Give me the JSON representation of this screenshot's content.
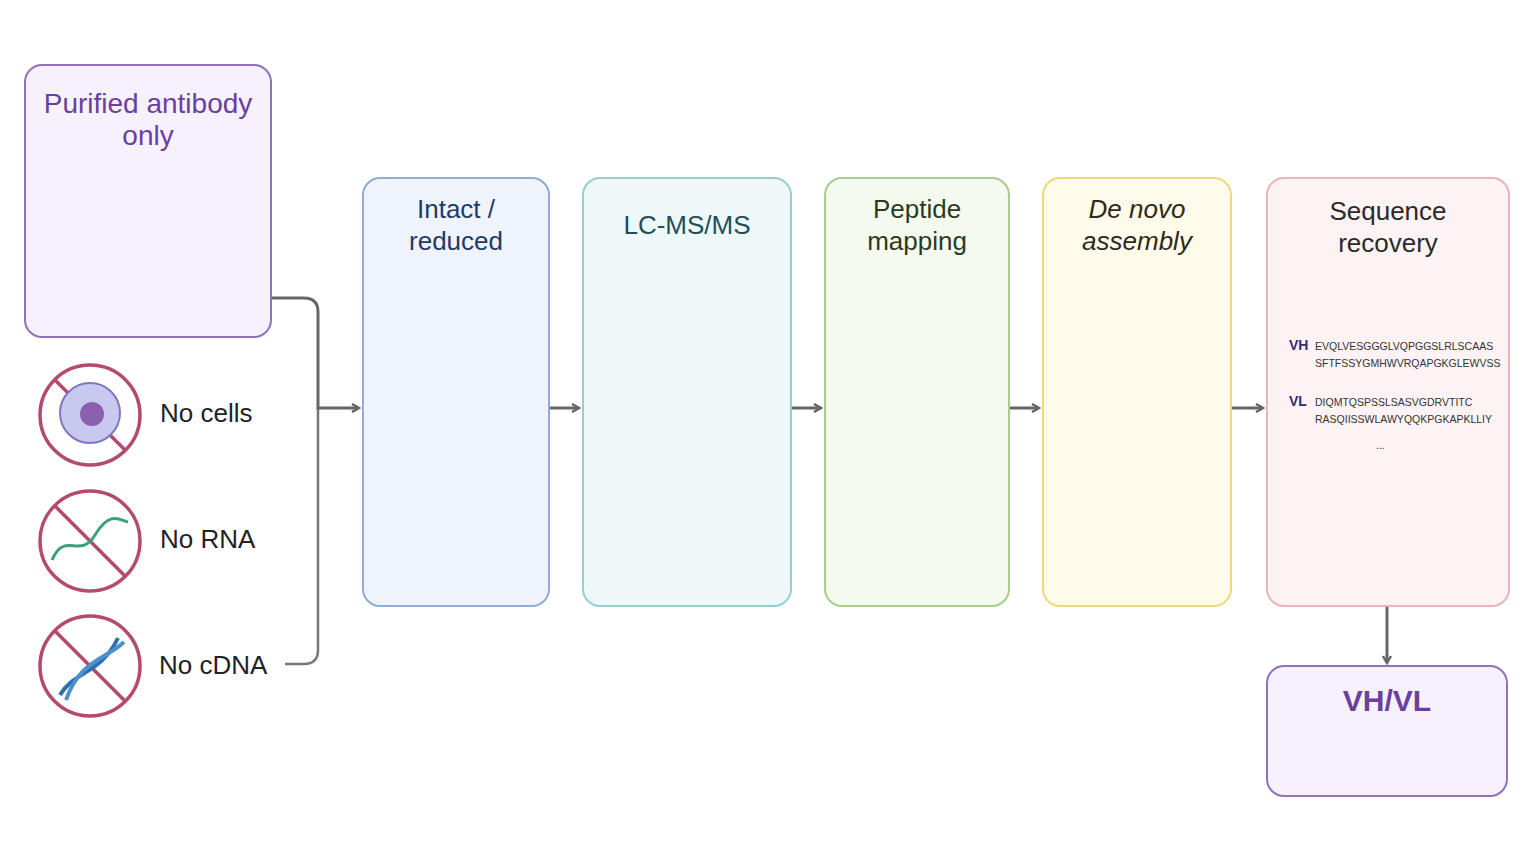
{
  "diagram": {
    "nodes": [
      {
        "text": [
          "Purified antibody only"
        ]
      },
      {
        "text": [
          "Intact / reduced"
        ]
      },
      {
        "text": [
          "LC-MS/MS"
        ]
      },
      {
        "text": [
          "Peptide mapping"
        ]
      },
      {
        "text": [
          "De novo assembly"
        ]
      },
      {
        "text": [
          "Sequence recovery",
          "VH",
          "EVQLVESGGGLVQPGGSLRLSCAAS SFTFSSYGMHWVRQAPGKGLEWVSS",
          "VL",
          "DIQMTQSPSSLSASVGDRVTITC RASQIISSWLAWYQQKPGKAPKLLIY",
          "..."
        ]
      },
      {
        "text": [
          "VH/VL"
        ]
      }
    ],
    "edges": [
      {
        "from": 0,
        "to": 1,
        "arrow": "to"
      },
      {
        "from": 1,
        "to": 2,
        "arrow": "to"
      },
      {
        "from": 2,
        "to": 3,
        "arrow": "to"
      },
      {
        "from": 3,
        "to": 4,
        "arrow": "to"
      },
      {
        "from": 4,
        "to": 5,
        "arrow": "to"
      },
      {
        "from": 5,
        "to": 6,
        "arrow": "to"
      }
    ],
    "labels": [
      "No cells",
      "No RNA",
      "No cDNA"
    ]
  }
}
